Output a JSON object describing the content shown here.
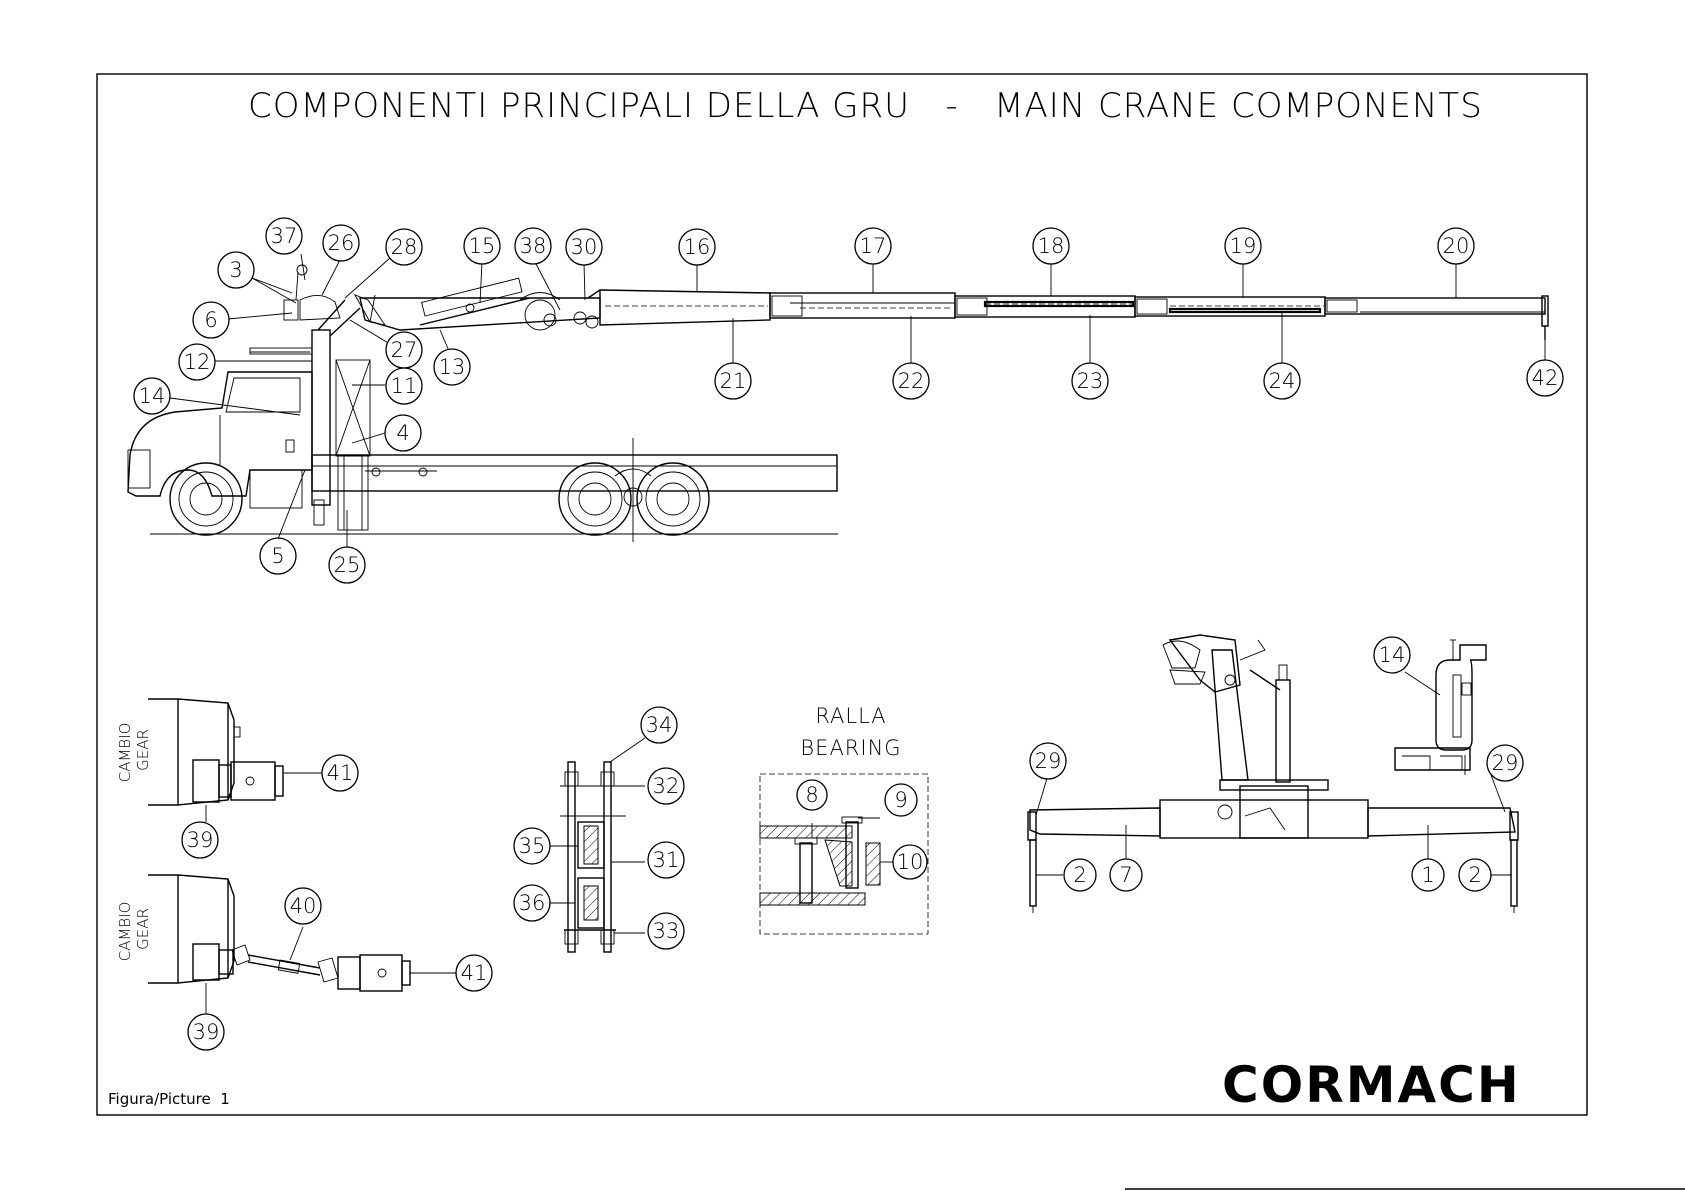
{
  "title": "COMPONENTI PRINCIPALI DELLA GRU   -   MAIN CRANE COMPONENTS",
  "figure_label": "Figura/Picture  1",
  "brand": "CORMACH",
  "bearing_section": {
    "line1": "RALLA",
    "line2": "BEARING"
  },
  "gearbox_top": {
    "line1": "CAMBIO",
    "line2": "GEAR"
  },
  "gearbox_bottom": {
    "line1": "CAMBIO",
    "line2": "GEAR"
  },
  "callouts": [
    {
      "id": "c37",
      "text": "37"
    },
    {
      "id": "c26",
      "text": "26"
    },
    {
      "id": "c28",
      "text": "28"
    },
    {
      "id": "c15",
      "text": "15"
    },
    {
      "id": "c38",
      "text": "38"
    },
    {
      "id": "c30",
      "text": "30"
    },
    {
      "id": "c16",
      "text": "16"
    },
    {
      "id": "c17",
      "text": "17"
    },
    {
      "id": "c18",
      "text": "18"
    },
    {
      "id": "c19",
      "text": "19"
    },
    {
      "id": "c20",
      "text": "20"
    },
    {
      "id": "c3",
      "text": "3"
    },
    {
      "id": "c6",
      "text": "6"
    },
    {
      "id": "c27",
      "text": "27"
    },
    {
      "id": "c13",
      "text": "13"
    },
    {
      "id": "c12",
      "text": "12"
    },
    {
      "id": "c11",
      "text": "11"
    },
    {
      "id": "c14a",
      "text": "14"
    },
    {
      "id": "c4",
      "text": "4"
    },
    {
      "id": "c21",
      "text": "21"
    },
    {
      "id": "c22",
      "text": "22"
    },
    {
      "id": "c23",
      "text": "23"
    },
    {
      "id": "c24",
      "text": "24"
    },
    {
      "id": "c42",
      "text": "42"
    },
    {
      "id": "c5",
      "text": "5"
    },
    {
      "id": "c25",
      "text": "25"
    },
    {
      "id": "c41a",
      "text": "41"
    },
    {
      "id": "c39a",
      "text": "39"
    },
    {
      "id": "c40",
      "text": "40"
    },
    {
      "id": "c41b",
      "text": "41"
    },
    {
      "id": "c39b",
      "text": "39"
    },
    {
      "id": "c34",
      "text": "34"
    },
    {
      "id": "c32",
      "text": "32"
    },
    {
      "id": "c35",
      "text": "35"
    },
    {
      "id": "c31",
      "text": "31"
    },
    {
      "id": "c36",
      "text": "36"
    },
    {
      "id": "c33",
      "text": "33"
    },
    {
      "id": "c8",
      "text": "8"
    },
    {
      "id": "c9",
      "text": "9"
    },
    {
      "id": "c10",
      "text": "10"
    },
    {
      "id": "c14b",
      "text": "14"
    },
    {
      "id": "c29a",
      "text": "29"
    },
    {
      "id": "c29b",
      "text": "29"
    },
    {
      "id": "c2a",
      "text": "2"
    },
    {
      "id": "c7",
      "text": "7"
    },
    {
      "id": "c1",
      "text": "1"
    },
    {
      "id": "c2b",
      "text": "2"
    }
  ]
}
